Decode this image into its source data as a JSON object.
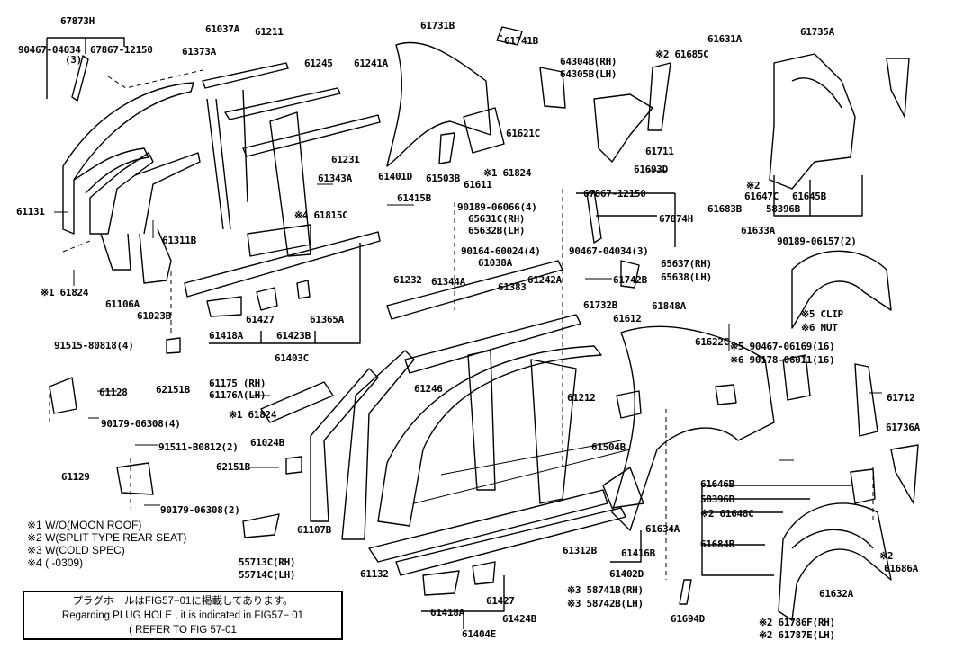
{
  "labels": {
    "l67873H": "67873H",
    "l90467_a": "90467-04034",
    "l3a": "(3)",
    "l67867_a": "67867-12150",
    "l61037A": "61037A",
    "l61211": "61211",
    "l61373A": "61373A",
    "l61245": "61245",
    "l61241A": "61241A",
    "l61231": "61231",
    "l61343A": "61343A",
    "l61815C": "※4 61815C",
    "l61131": "61131",
    "l61311B": "61311B",
    "l61824a": "※1 61824",
    "l61106A": "61106A",
    "l61023B": "61023B",
    "l61731B": "61731B",
    "l61741B": "61741B",
    "l64304B": "64304B(RH)",
    "l64305B": "64305B(LH)",
    "l61621C": "61621C",
    "l61503B": "61503B",
    "l61611": "61611",
    "l61824b": "※1 61824",
    "l61401D": "61401D",
    "l61415B": "61415B",
    "l90189_06066": "90189-06066(4)",
    "l65631C": "65631C(RH)",
    "l65632B": "65632B(LH)",
    "l90164": "90164-60024(4)",
    "l61038A": "61038A",
    "l61232": "61232",
    "l61344A": "61344A",
    "l61383": "61383",
    "l61242A": "61242A",
    "l61418A_a": "61418A",
    "l61427_a": "61427",
    "l61423B": "61423B",
    "l61365A": "61365A",
    "l61403C": "61403C",
    "l67867_b": "67867-12150",
    "l67874H": "67874H",
    "l90467_b": "90467-04034(3)",
    "l61742B": "61742B",
    "l61732B": "61732B",
    "l61612": "61612",
    "l61848A": "61848A",
    "l61631A": "61631A",
    "l61735A": "61735A",
    "l61685C": "※2 61685C",
    "l61711": "61711",
    "l61693D": "61693D",
    "l2a": "※2",
    "l61647C": "61647C",
    "l61645B": "61645B",
    "l61683B": "61683B",
    "l58396B_a": "58396B",
    "l61633A": "61633A",
    "l90189_06157": "90189-06157(2)",
    "l65637": "65637(RH)",
    "l65638": "65638(LH)",
    "l5clip": "※5 CLIP",
    "l6nut": "※6 NUT",
    "l61622C": "61622C",
    "l90467_06169": "※5 90467-06169(16)",
    "l90178": "※6 90178-06011(16)",
    "l91515": "91515-80818(4)",
    "l61128": "61128",
    "l62151B_a": "62151B",
    "l61175": "61175 (RH)",
    "l61176A": "61176A(LH)",
    "l61824c": "※1 61824",
    "l90179_4": "90179-06308(4)",
    "l61024B": "61024B",
    "l91511": "91511-B0812(2)",
    "l62151B_b": "62151B",
    "l61129": "61129",
    "l90179_2": "90179-06308(2)",
    "l61246": "61246",
    "l61212": "61212",
    "l61504B": "61504B",
    "l61107B": "61107B",
    "l55713C": "55713C(RH)",
    "l55714C": "55714C(LH)",
    "l61132": "61132",
    "l61418A_b": "61418A",
    "l61427_b": "61427",
    "l61424B": "61424B",
    "l61404E": "61404E",
    "l61312B": "61312B",
    "l61416B": "61416B",
    "l61402D": "61402D",
    "l61634A": "61634A",
    "l61646B": "61646B",
    "l58396B_b": "58396B",
    "l61648C": "※2 61648C",
    "l61684B": "61684B",
    "l58741B": "※3 58741B(RH)",
    "l58742B": "※3 58742B(LH)",
    "l61694D": "61694D",
    "l61632A": "61632A",
    "l2b": "※2",
    "l61686A": "61686A",
    "l61786F": "※2 61786F(RH)",
    "l61787E": "※2 61787E(LH)",
    "l61712": "61712",
    "l61736A": "61736A"
  },
  "notes": [
    "※1 W/O(MOON ROOF)",
    "※2 W(SPLIT TYPE REAR SEAT)",
    "※3 W(COLD SPEC)",
    "※4 (      -0309)"
  ],
  "plug_hole_box": {
    "line_jp": "プラグホールはFIG57−01に掲載してあります。",
    "line_en": "Regarding PLUG HOLE , it is indicated in FIG57− 01",
    "line_ref": "( REFER TO FIG 57-01"
  }
}
